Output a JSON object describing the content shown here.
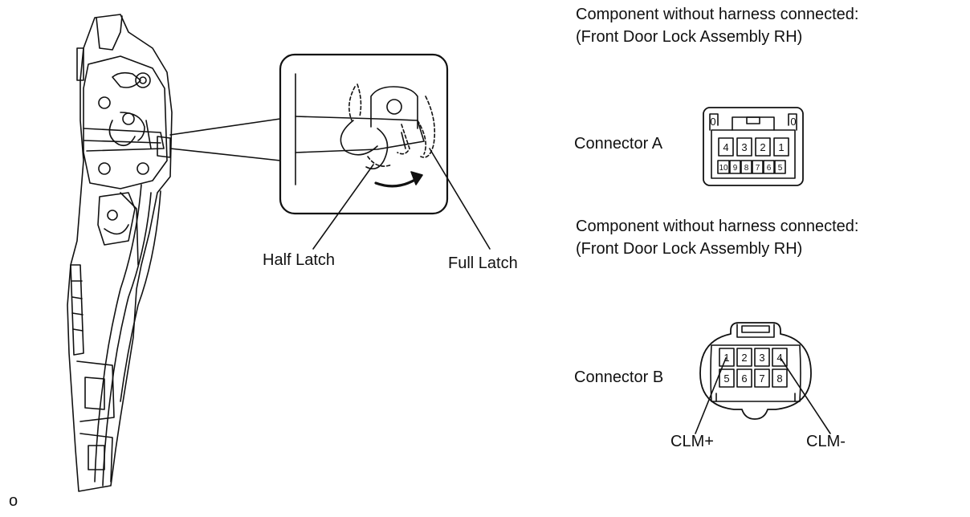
{
  "header_a": {
    "line1": "Component without harness connected:",
    "line2": "(Front Door Lock Assembly RH)"
  },
  "header_b": {
    "line1": "Component without harness connected:",
    "line2": "(Front Door Lock Assembly RH)"
  },
  "connector_a": {
    "label": "Connector A",
    "corner_left": "0",
    "corner_right": "0",
    "top_row": [
      "4",
      "3",
      "2",
      "1"
    ],
    "bottom_row": [
      "10",
      "9",
      "8",
      "7",
      "6",
      "5"
    ]
  },
  "connector_b": {
    "label": "Connector B",
    "top_row": [
      "1",
      "2",
      "3",
      "4"
    ],
    "bottom_row": [
      "5",
      "6",
      "7",
      "8"
    ],
    "callout_left": "CLM+",
    "callout_right": "CLM-"
  },
  "latch": {
    "half_label": "Half Latch",
    "full_label": "Full Latch"
  },
  "figure_code": "o"
}
